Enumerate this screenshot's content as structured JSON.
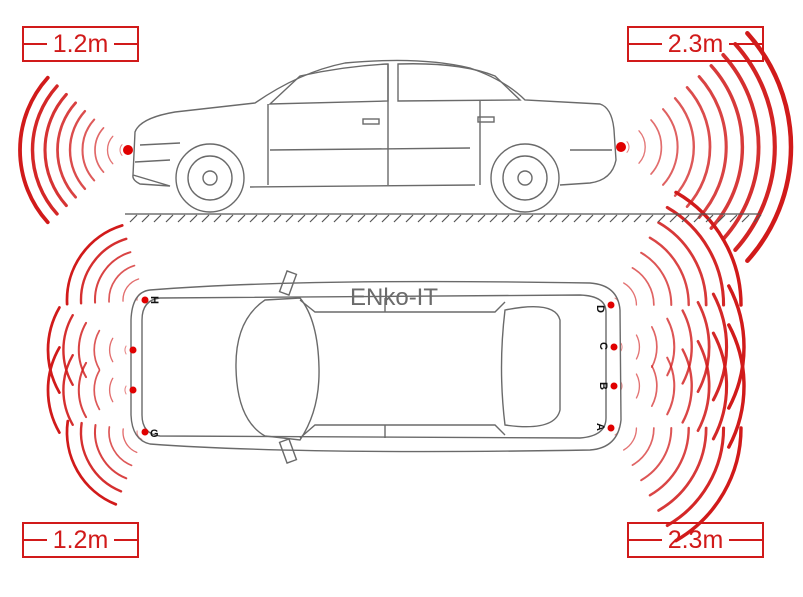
{
  "distances": {
    "top_left": "1.2m",
    "top_right": "2.3m",
    "bottom_left": "1.2m",
    "bottom_right": "2.3m"
  },
  "watermark": "ENko-IT",
  "sensor_labels": {
    "a": "A",
    "b": "B",
    "c": "C",
    "d": "D",
    "g": "G",
    "h": "H"
  },
  "colors": {
    "accent": "#d11a1a",
    "sensor": "#e00000",
    "outline": "#6a6a6a"
  }
}
